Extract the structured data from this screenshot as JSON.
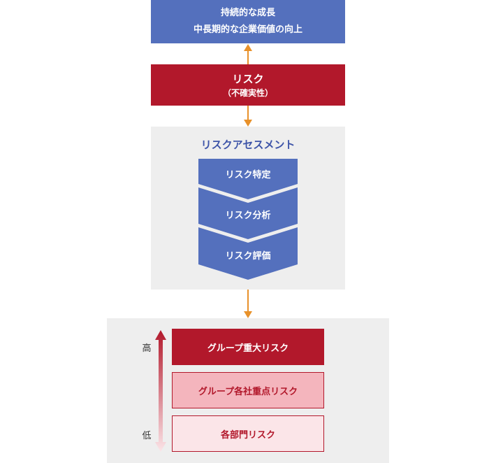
{
  "goal": {
    "line1": "持続的な成長",
    "line2": "中長期的な企業価値の向上"
  },
  "risk": {
    "title": "リスク",
    "subtitle": "（不確実性）"
  },
  "assessment": {
    "title": "リスクアセスメント",
    "steps": [
      "リスク特定",
      "リスク分析",
      "リスク評価"
    ]
  },
  "levels": {
    "high_label": "高",
    "low_label": "低",
    "items": [
      "グループ重大リスク",
      "グループ各社重点リスク",
      "各部門リスク"
    ]
  },
  "colors": {
    "blue": "#5470bd",
    "red": "#b2182b",
    "orange_arrow": "#e8912a",
    "panel_gray": "#eeeeee"
  }
}
